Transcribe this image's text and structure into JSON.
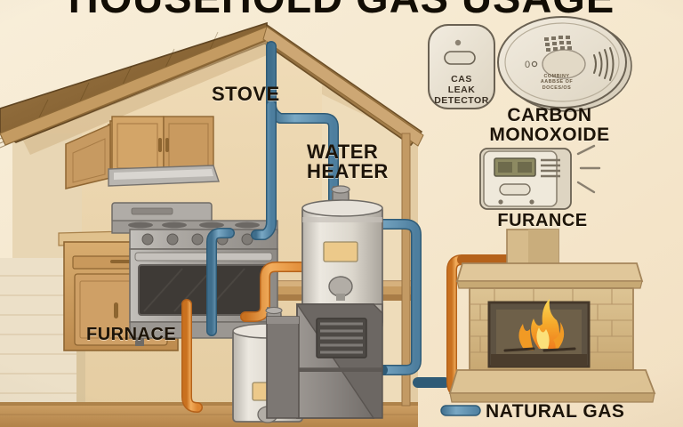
{
  "title": "HOUSEHOLD GAS USAGE",
  "labels": {
    "stove": "STOVE",
    "water_heater": "WATER\nHEATER",
    "furnace_left": "FURNACE",
    "gas_leak_detector": "CAS\nLEAK\nDETECTOR",
    "detector_disc_text": "COMBINY\nAABBSE OF\nDOCES/OS",
    "carbon_monoxide": "CARBON\nMONOXOIDE",
    "furance_right": "FURANCE"
  },
  "legend": {
    "natural_gas": "NATURAL GAS",
    "swatch_color": "#5e8fae"
  },
  "colors": {
    "background": "#f6e9d0",
    "gas_pipe_blue": "#5a8cad",
    "gas_pipe_orange": "#e8903a",
    "wall_interior": "#edd9b4",
    "wall_shadow": "#e3c79c",
    "floor_wood": "#c69a5e",
    "roof_shingle": "#8a6637",
    "cabinet_wood": "#cfa063",
    "appliance_metal": "#a9a6a2",
    "furnace_body": "#8f8a86",
    "brick": "#d8bd8c",
    "flame_outer": "#f0a22a",
    "flame_inner": "#fbd34a",
    "detector_shell": "#e9e2d2",
    "text_dark": "#1d1408"
  },
  "scene": {
    "items": [
      "house-roof",
      "kitchen-cabinets",
      "range-hood",
      "gas-stove",
      "water-heater",
      "second-water-heater",
      "furnace-unit",
      "fireplace",
      "gas-leak-detector",
      "smoke-detector-disc",
      "furnace-thermostat",
      "blue-gas-pipes",
      "orange-gas-pipes"
    ]
  }
}
